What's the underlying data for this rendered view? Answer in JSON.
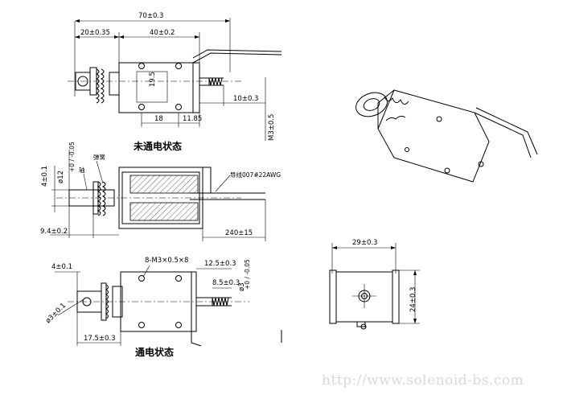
{
  "view_top": {
    "caption": "未通电状态",
    "dims": {
      "overall": "70±0.3",
      "left": "20±0.35",
      "body": "40±0.2",
      "height": "19.5",
      "hole_spacing": "18",
      "edge": "11.85",
      "tail": "10±0.3",
      "thread": "M3±0.5"
    }
  },
  "view_middle": {
    "labels": {
      "spring": "弹簧",
      "shaft": "轴",
      "wire": "导线007#22AWG"
    },
    "dims": {
      "height": "4±0.1",
      "diameter": "ø12",
      "diameter_tol": "+0 / -0.05",
      "left": "9.4±0.2",
      "wire_length": "240±15"
    }
  },
  "view_bottom": {
    "caption": "通电状态",
    "dims": {
      "top": "4±0.1",
      "screws": "8-M3×0.5×8",
      "tail": "12.5±0.3",
      "thread_len": "8.5±0.3",
      "thread_dia": "ø3",
      "thread_tol": "+0 / -0.05",
      "pin": "ø3±0.1",
      "bottom": "17.5±0.3"
    }
  },
  "view_end": {
    "dims": {
      "width": "29±0.3",
      "height": "24±0.3"
    }
  },
  "watermark": "http://www.solenoid-bs.com"
}
